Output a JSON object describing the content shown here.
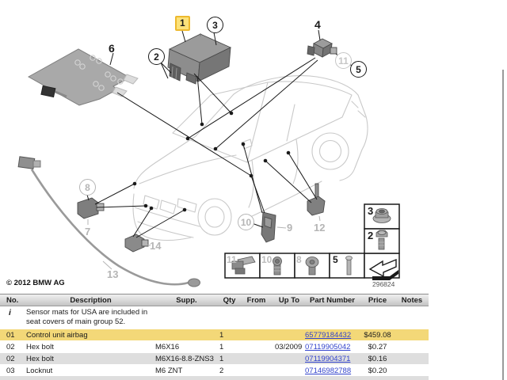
{
  "copyright": "© 2012 BMW AG",
  "diagram": {
    "number": "296824",
    "highlight_color": "#FCE27A",
    "labels": {
      "n1": "1",
      "n2": "2",
      "n3": "3",
      "n4": "4",
      "n5": "5",
      "n6": "6",
      "n7": "7",
      "n8": "8",
      "n9": "9",
      "n10": "10",
      "n11": "11",
      "n12": "12",
      "n13": "13",
      "n14": "14",
      "box_nut": "3",
      "box_bolt": "2",
      "strip_bracket": "11",
      "strip_screw": "10",
      "strip_round_screw": "8",
      "strip_pin": "5"
    }
  },
  "table": {
    "colors": {
      "highlight": "#F3D878",
      "alt_row": "#DEDEDE",
      "link": "#3344CC"
    },
    "headers": [
      "No.",
      "Description",
      "Supp.",
      "Qty",
      "From",
      "Up To",
      "Part Number",
      "Price",
      "Notes"
    ],
    "info_row": {
      "icon": "i",
      "line1": "Sensor mats for USA are included in",
      "line2": "seat covers of main group 52."
    },
    "rows": [
      {
        "no": "01",
        "description": "Control unit airbag",
        "supp": "",
        "qty": "1",
        "from": "",
        "up_to": "",
        "part_number": "65779184432",
        "price": "$459.08",
        "notes": ""
      },
      {
        "no": "02",
        "description": "Hex bolt",
        "supp": "M6X16",
        "qty": "1",
        "from": "",
        "up_to": "03/2009",
        "part_number": "07119905042",
        "price": "$0.27",
        "notes": ""
      },
      {
        "no": "02",
        "description": "Hex bolt",
        "supp": "M6X16-8.8-ZNS3",
        "qty": "1",
        "from": "",
        "up_to": "",
        "part_number": "07119904371",
        "price": "$0.16",
        "notes": ""
      },
      {
        "no": "03",
        "description": "Locknut",
        "supp": "M6 ZNT",
        "qty": "2",
        "from": "",
        "up_to": "",
        "part_number": "07146982788",
        "price": "$0.20",
        "notes": ""
      }
    ]
  }
}
